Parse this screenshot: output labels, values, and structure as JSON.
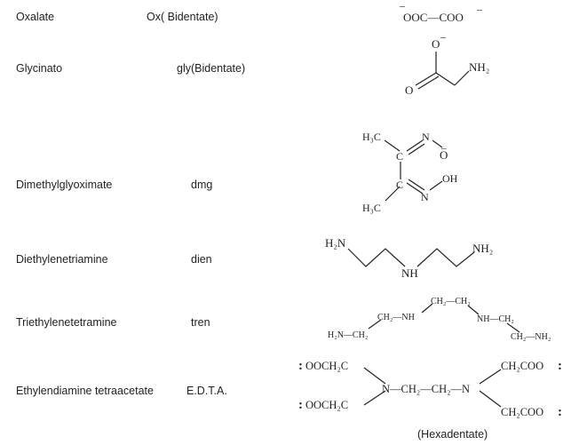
{
  "rows": [
    {
      "name": "Oxalate",
      "abbr": "Ox( Bidentate)"
    },
    {
      "name": "Glycinato",
      "abbr": "gly(Bidentate)"
    },
    {
      "name": "Dimethylglyoximate",
      "abbr": "dmg"
    },
    {
      "name": "Diethylenetriamine",
      "abbr": "dien"
    },
    {
      "name": "Triethylenetetramine",
      "abbr": "tren"
    },
    {
      "name": "Ethylendiamine tetraacetate",
      "abbr": "E.D.T.A."
    }
  ],
  "structures": {
    "oxalate": {
      "formula": "OOC—COO",
      "charge_left": "–",
      "charge_right": "–"
    },
    "glycinato": {
      "o_minus": "O",
      "charge": "–",
      "o_double": "O",
      "amine": "NH₂"
    },
    "dmg": {
      "ch3_top": "H₃C",
      "ch3_bottom": "H₃C",
      "c": "C",
      "n": "N",
      "o_minus": "O",
      "oh": "OH",
      "charge": "–"
    },
    "dien": {
      "nh2_left": "H₂N",
      "nh2_right": "NH₂",
      "nh": "NH"
    },
    "tren": {
      "h2n_ch2": "H₂N—CH₂",
      "ch2_nh_left": "CH₂—NH",
      "ch2_ch2_top": "CH₂—CH₂",
      "nh_ch2_right": "NH—CH₂",
      "ch2_nh2": "CH₂—NH₂"
    },
    "edta": {
      "ul": "OOCH₂C",
      "ll": "OOCH₂C",
      "center": "N—CH₂—CH₂—N",
      "ur": "CH₂COO",
      "lr": "CH₂COO",
      "lone_pair": ":"
    }
  },
  "caption": "(Hexadentate)"
}
